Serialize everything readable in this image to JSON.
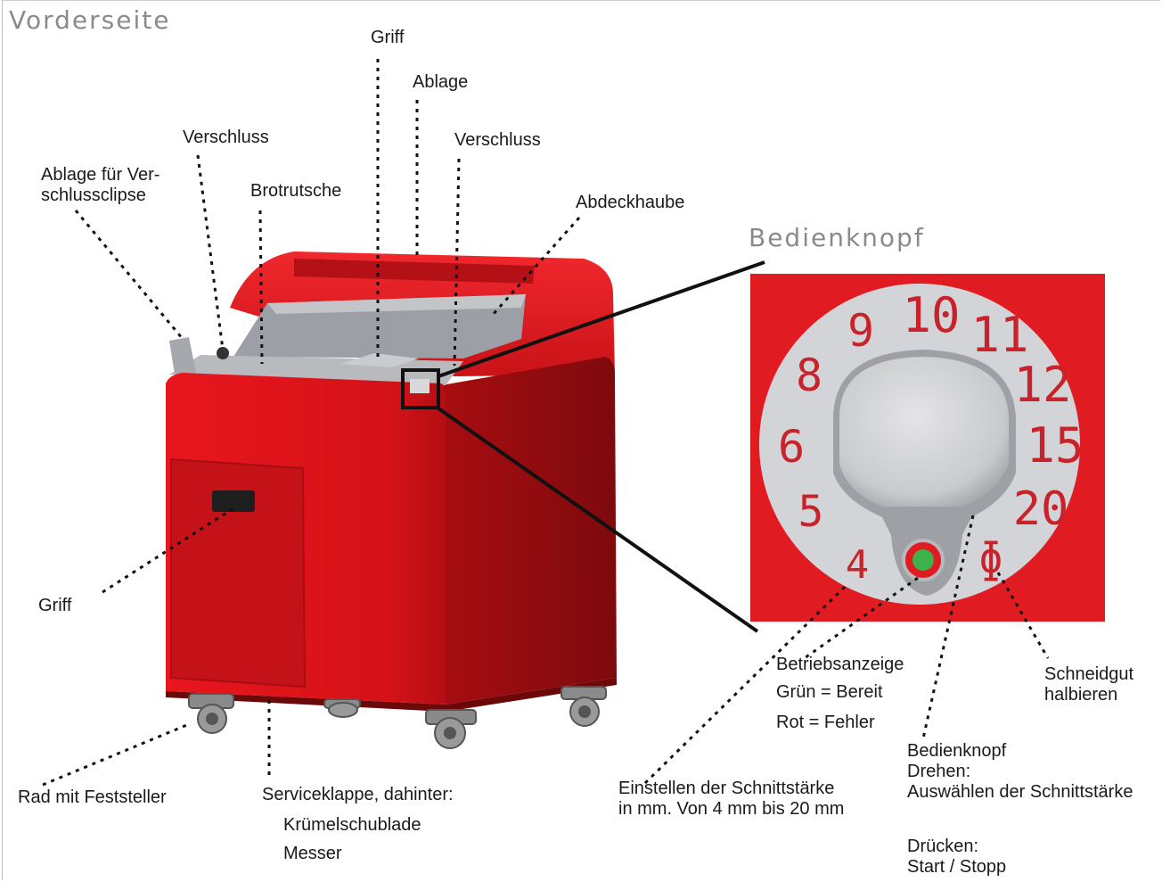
{
  "headings": {
    "front": "Vorderseite",
    "knob": "Bedienknopf"
  },
  "labels": {
    "griff_top": "Griff",
    "ablage": "Ablage",
    "verschluss_left": "Verschluss",
    "verschluss_right": "Verschluss",
    "ablage_clips": "Ablage für Ver-\nschlussclipse",
    "brotrutsche": "Brotrutsche",
    "abdeckhaube": "Abdeckhaube",
    "griff_side": "Griff",
    "rad": "Rad mit Feststeller",
    "service": "Serviceklappe, dahinter:",
    "kruemel": "Krümelschublade",
    "messer": "Messer",
    "betrieb_title": "Betriebsanzeige",
    "betrieb_green": "Grün = Bereit",
    "betrieb_red": "Rot = Fehler",
    "schneidgut": "Schneidgut\nhalbieren",
    "schnitt": "Einstellen der Schnittstärke\nin mm. Von 4 mm bis 20 mm",
    "knopf_turn": "Bedienknopf\nDrehen:\nAuswählen der Schnittstärke",
    "knopf_press": "Drücken:\nStart / Stopp"
  },
  "dial": {
    "numbers": [
      "4",
      "5",
      "6",
      "8",
      "9",
      "10",
      "11",
      "12",
      "15",
      "20"
    ],
    "half_symbol": "ɸ",
    "colors": {
      "panel_red": "#e11b22",
      "dial_gray": "#d3d4d8",
      "number_red": "#c8232a",
      "indicator_green": "#3cb34a"
    }
  },
  "colors": {
    "machine_red": "#e3141b",
    "machine_dark_red": "#8e0d10",
    "label_text": "#1a1a1a",
    "heading_gray": "#8a8a8a"
  }
}
